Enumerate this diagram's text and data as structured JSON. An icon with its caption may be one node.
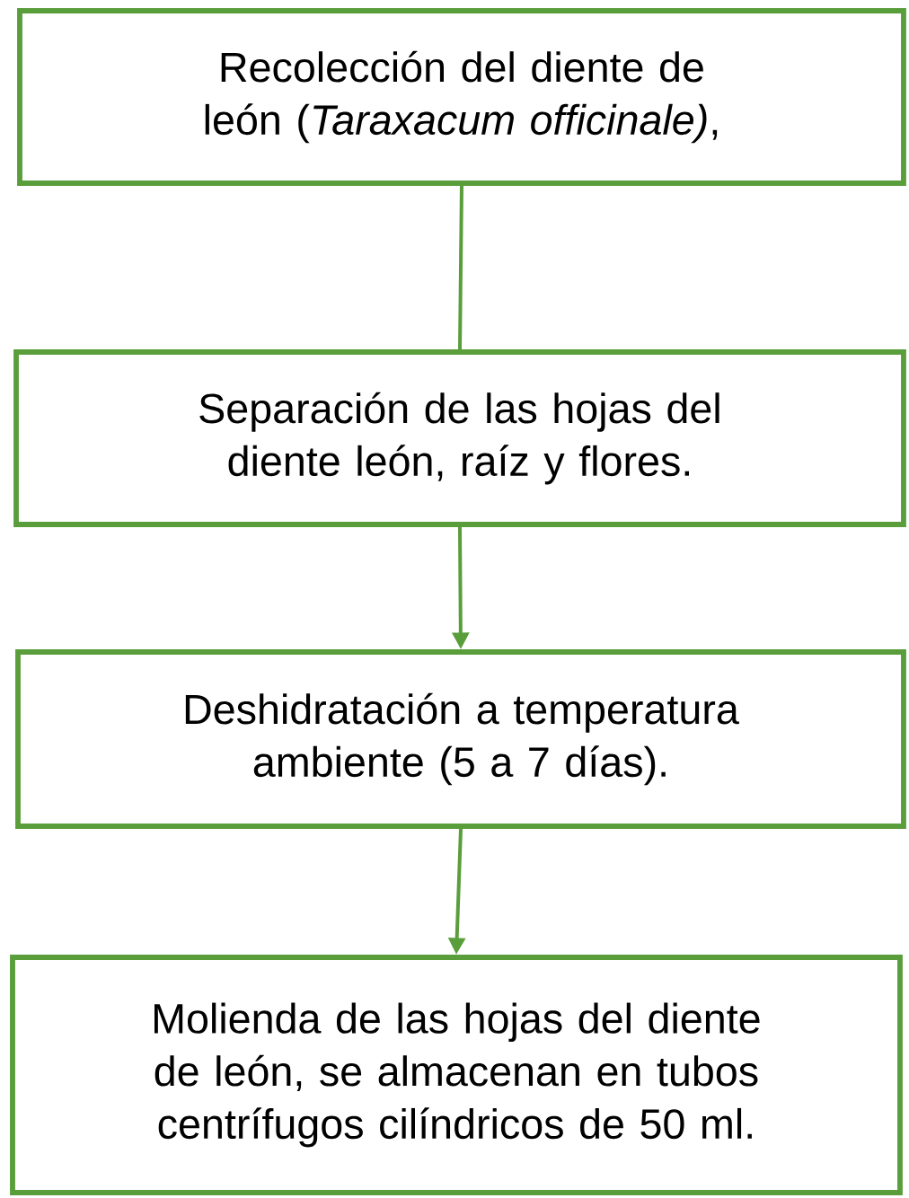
{
  "diagram": {
    "nodes": [
      {
        "text": [
          "Recolección del diente de león (*Taraxacum officinale)*,"
        ]
      },
      {
        "text": [
          "Separación de las hojas del diente león, raíz y flores."
        ]
      },
      {
        "text": [
          "Deshidratación a temperatura ambiente (5 a 7 días)."
        ]
      },
      {
        "text": [
          "Molienda de las hojas del diente de león, se almacenan en tubos centrífugos cilíndricos de 50 ml."
        ]
      }
    ],
    "edges": [
      {
        "from": 0,
        "to": 1,
        "arrow": "none"
      },
      {
        "from": 1,
        "to": 2,
        "arrow": "to"
      },
      {
        "from": 2,
        "to": 3,
        "arrow": "to"
      }
    ]
  }
}
